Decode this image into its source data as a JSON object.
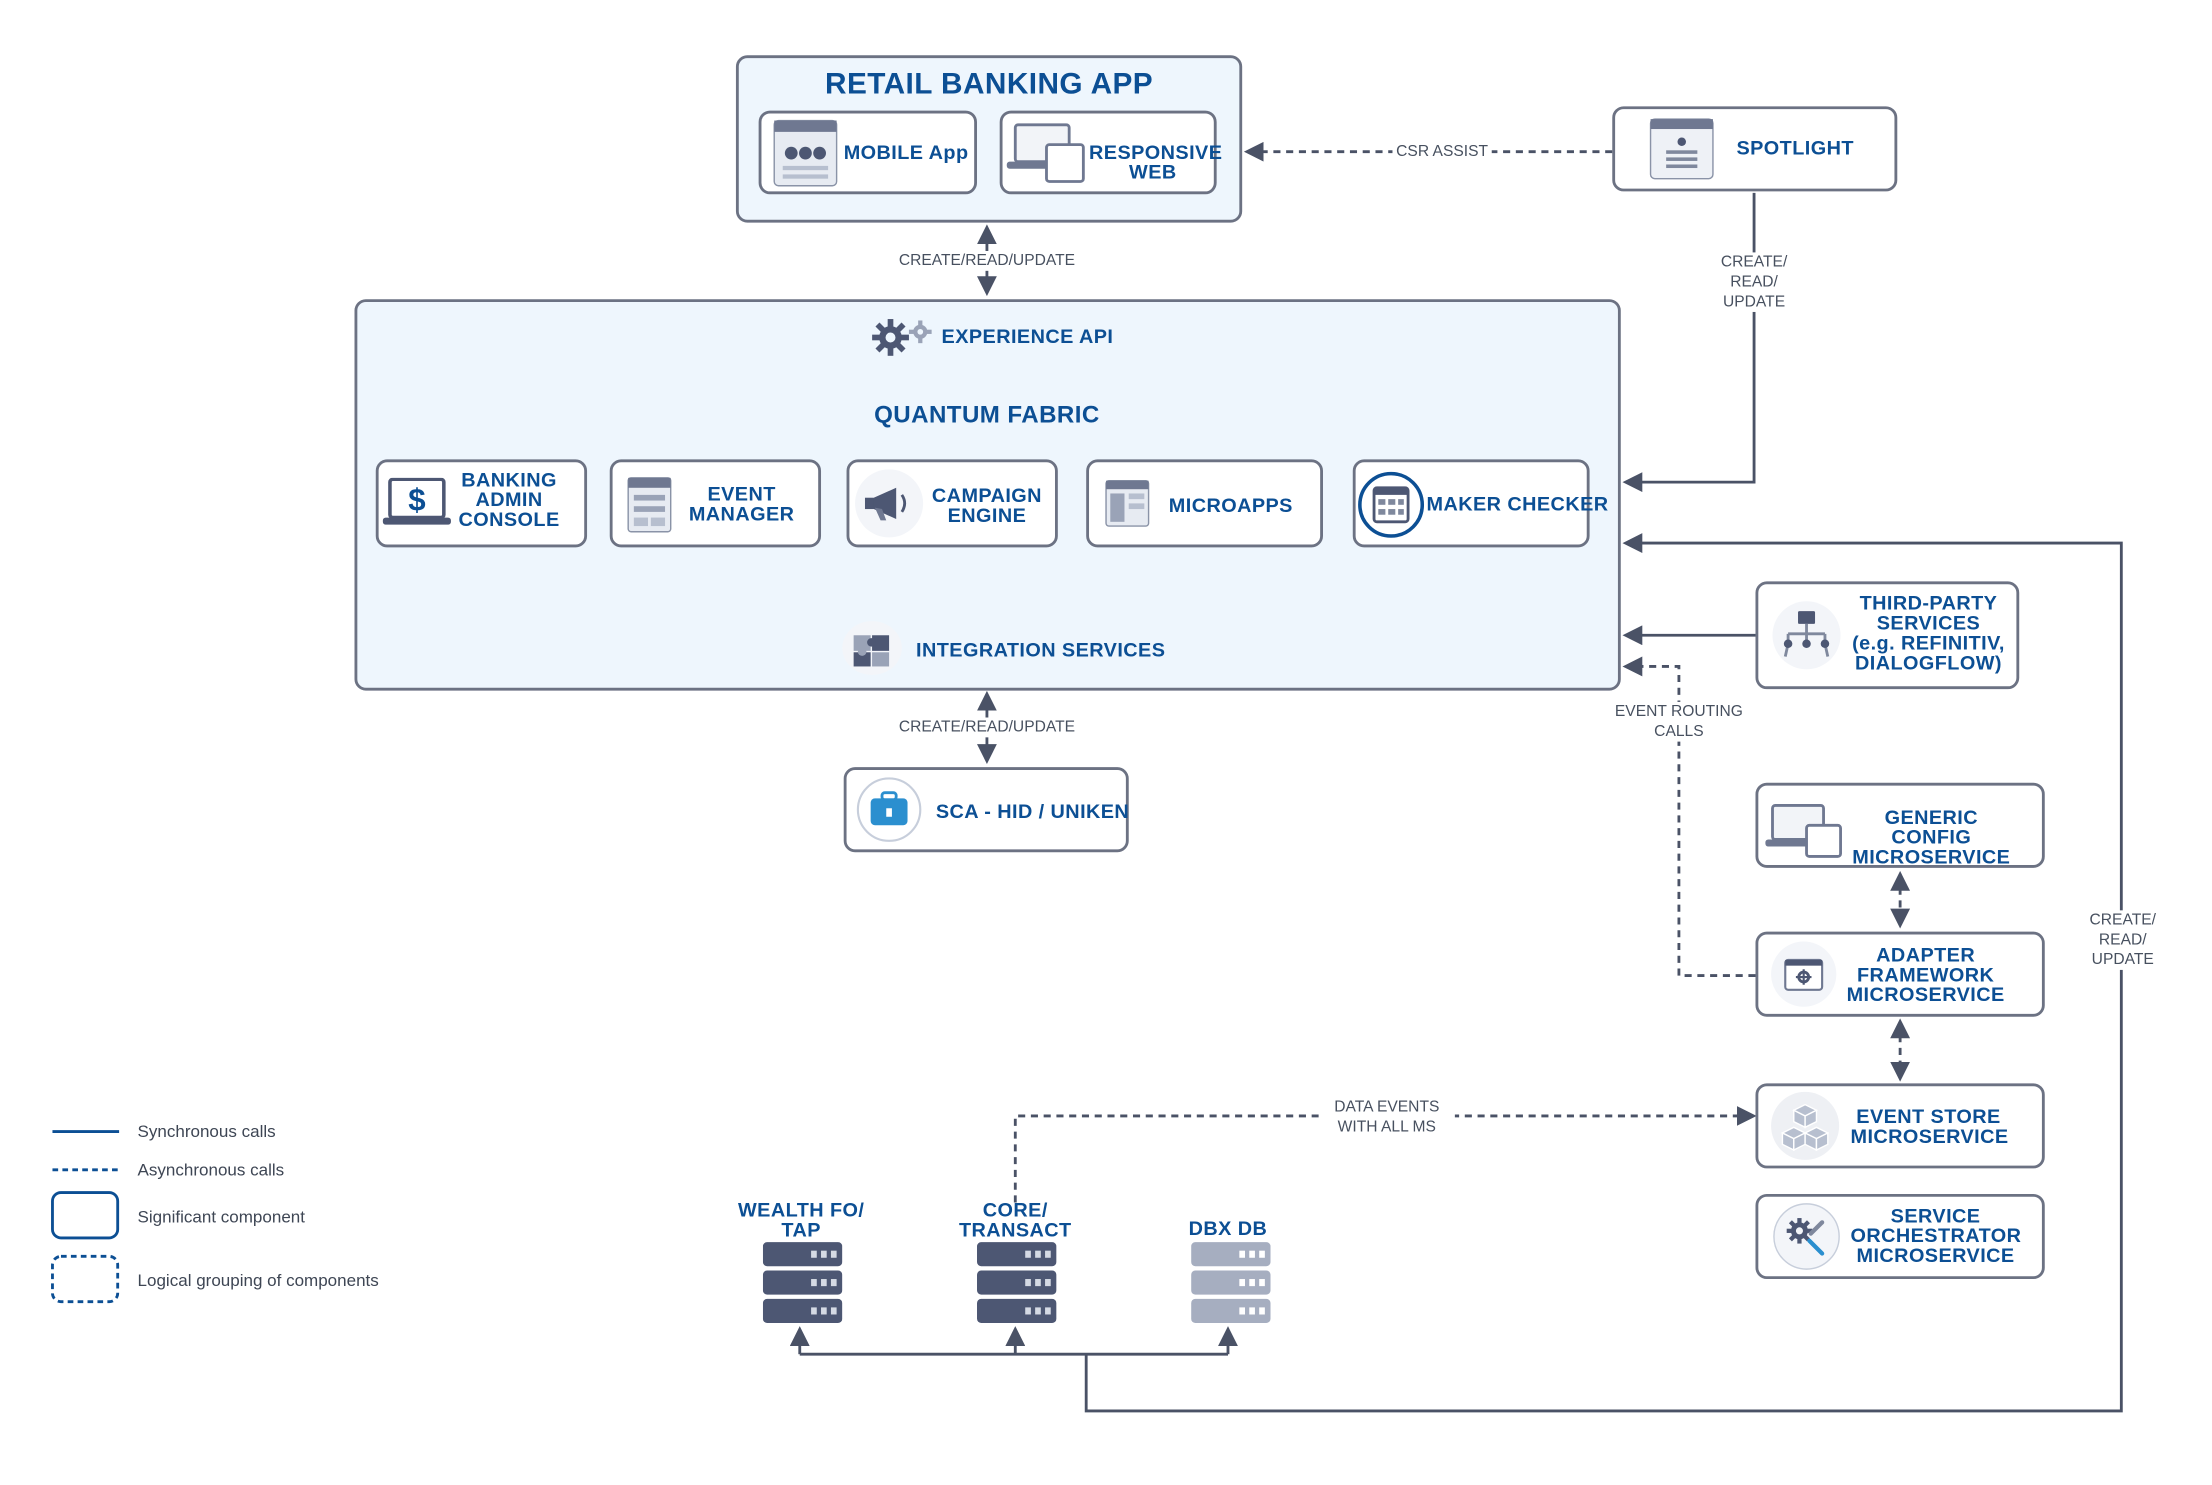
{
  "retail_app": {
    "title": "RETAIL BANKING APP",
    "mobile": "MOBILE App",
    "web": "RESPONSIVE\nWEB"
  },
  "spotlight": {
    "label": "SPOTLIGHT"
  },
  "fabric": {
    "experience_api": "EXPERIENCE API",
    "title": "QUANTUM FABRIC",
    "integration": "INTEGRATION SERVICES",
    "components": [
      "BANKING\nADMIN\nCONSOLE",
      "EVENT\nMANAGER",
      "CAMPAIGN\nENGINE",
      "MICROAPPS",
      "MAKER CHECKER"
    ]
  },
  "sca": {
    "label": "SCA - HID / UNIKEN"
  },
  "third_party": {
    "label": "THIRD-PARTY\nSERVICES\n(e.g. REFINITIV,\nDIALOGFLOW)"
  },
  "microservices": {
    "generic_config": "GENERIC CONFIG\nMICROSERVICE",
    "adapter": "ADAPTER\nFRAMEWORK\nMICROSERVICE",
    "event_store": "EVENT STORE\nMICROSERVICE",
    "orchestrator": "SERVICE\nORCHESTRATOR\nMICROSERVICE"
  },
  "backends": {
    "wealth": "WEALTH FO/\nTAP",
    "core": "CORE/\nTRANSACT",
    "dbx": "DBX DB"
  },
  "edge_labels": {
    "csr_assist": "CSR ASSIST",
    "crud_top": "CREATE/READ/UPDATE",
    "crud_bottom": "CREATE/READ/UPDATE",
    "spotlight_crud": "CREATE/\nREAD/\nUPDATE",
    "event_routing": "EVENT ROUTING\nCALLS",
    "data_events": "DATA EVENTS\nWITH ALL MS",
    "right_crud": "CREATE/\nREAD/\nUPDATE"
  },
  "legend": {
    "sync": "Synchronous calls",
    "async": "Asynchronous calls",
    "significant": "Significant component",
    "logical": "Logical grouping of components"
  },
  "colors": {
    "accent": "#0c4f94",
    "border": "#6c7283",
    "panel": "#eef6fd",
    "icon": "#4d5773",
    "icon_blue": "#2b8fcf"
  }
}
